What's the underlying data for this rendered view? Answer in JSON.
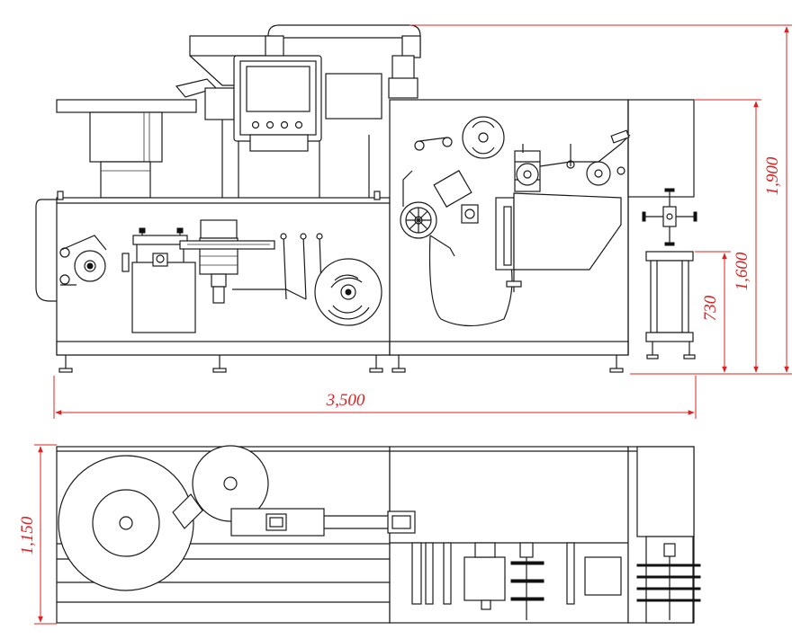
{
  "drawing": {
    "front_view": {
      "overall_length": "3,500",
      "overall_height": "1,900",
      "main_body_height": "1,600",
      "cart_height": "730"
    },
    "top_view": {
      "overall_width": "1,150"
    },
    "colors": {
      "linework": "#1a1a1a",
      "dimension": "#e02020",
      "background": "#ffffff"
    }
  }
}
